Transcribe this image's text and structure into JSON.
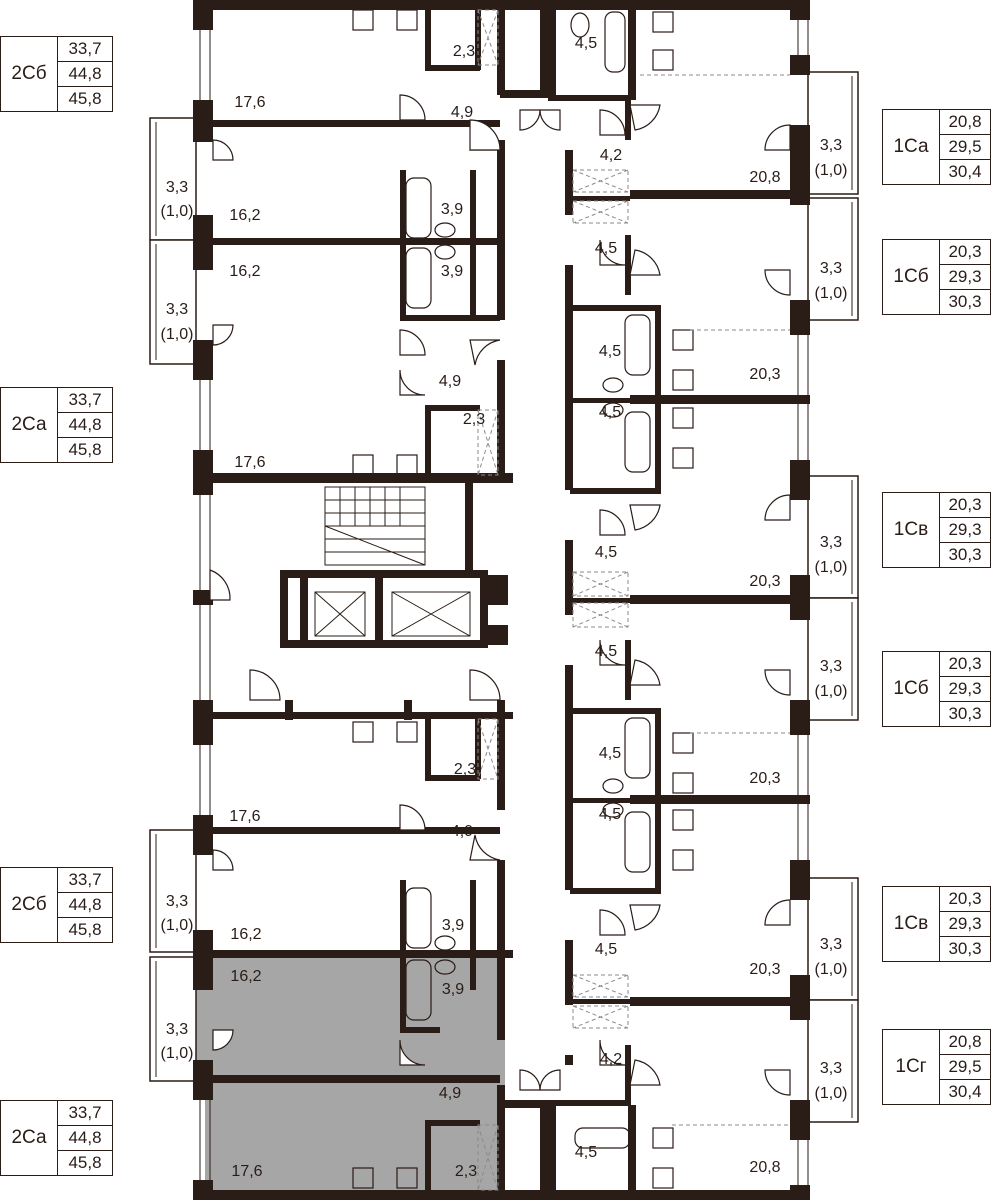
{
  "colors": {
    "wall": "#2a1c17",
    "highlight": "#a6a6a6",
    "glass": "#dcdcdc",
    "line": "#8a8a8a"
  },
  "room_labels": [
    {
      "text": "2,3"
    },
    {
      "text": "4,9"
    },
    {
      "text": "17,6"
    },
    {
      "text": "16,2"
    },
    {
      "text": "3,9"
    },
    {
      "text": "16,2"
    },
    {
      "text": "3,9"
    },
    {
      "text": "3,3"
    },
    {
      "text": "(1,0)"
    },
    {
      "text": "3,3"
    },
    {
      "text": "(1,0)"
    },
    {
      "text": "4,9"
    },
    {
      "text": "17,6"
    },
    {
      "text": "2,3"
    },
    {
      "text": "2,3"
    },
    {
      "text": "17,6"
    },
    {
      "text": "4,9"
    },
    {
      "text": "3,3"
    },
    {
      "text": "(1,0)"
    },
    {
      "text": "16,2"
    },
    {
      "text": "3,9"
    },
    {
      "text": "16,2"
    },
    {
      "text": "3,9"
    },
    {
      "text": "3,3"
    },
    {
      "text": "(1,0)"
    },
    {
      "text": "4,9"
    },
    {
      "text": "17,6"
    },
    {
      "text": "2,3"
    },
    {
      "text": "4,5"
    },
    {
      "text": "4,2"
    },
    {
      "text": "20,8"
    },
    {
      "text": "3,3"
    },
    {
      "text": "(1,0)"
    },
    {
      "text": "4,5"
    },
    {
      "text": "3,3"
    },
    {
      "text": "(1,0)"
    },
    {
      "text": "4,5"
    },
    {
      "text": "20,3"
    },
    {
      "text": "4,5"
    },
    {
      "text": "4,5"
    },
    {
      "text": "20,3"
    },
    {
      "text": "3,3"
    },
    {
      "text": "(1,0)"
    },
    {
      "text": "4,5"
    },
    {
      "text": "3,3"
    },
    {
      "text": "(1,0)"
    },
    {
      "text": "4,5"
    },
    {
      "text": "20,3"
    },
    {
      "text": "4,5"
    },
    {
      "text": "4,5"
    },
    {
      "text": "20,3"
    },
    {
      "text": "3,3"
    },
    {
      "text": "(1,0)"
    },
    {
      "text": "4,2"
    },
    {
      "text": "3,3"
    },
    {
      "text": "(1,0)"
    },
    {
      "text": "4,5"
    },
    {
      "text": "20,8"
    }
  ],
  "unit_tags": [
    {
      "code": "2Сб",
      "values": [
        "33,7",
        "44,8",
        "45,8"
      ]
    },
    {
      "code": "2Са",
      "values": [
        "33,7",
        "44,8",
        "45,8"
      ]
    },
    {
      "code": "2Сб",
      "values": [
        "33,7",
        "44,8",
        "45,8"
      ]
    },
    {
      "code": "2Са",
      "values": [
        "33,7",
        "44,8",
        "45,8"
      ]
    },
    {
      "code": "1Са",
      "values": [
        "20,8",
        "29,5",
        "30,4"
      ]
    },
    {
      "code": "1Сб",
      "values": [
        "20,3",
        "29,3",
        "30,3"
      ]
    },
    {
      "code": "1Св",
      "values": [
        "20,3",
        "29,3",
        "30,3"
      ]
    },
    {
      "code": "1Сб",
      "values": [
        "20,3",
        "29,3",
        "30,3"
      ]
    },
    {
      "code": "1Св",
      "values": [
        "20,3",
        "29,3",
        "30,3"
      ]
    },
    {
      "code": "1Сг",
      "values": [
        "20,8",
        "29,5",
        "30,4"
      ]
    }
  ]
}
